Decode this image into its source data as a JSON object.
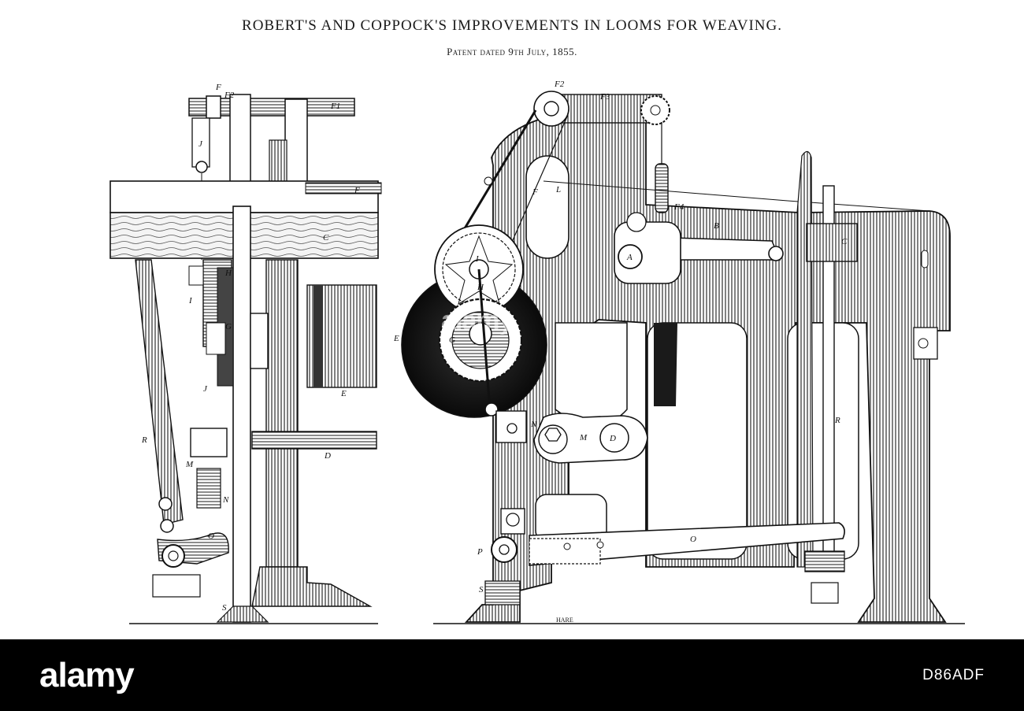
{
  "plate": {
    "title": "ROBERT'S AND COPPOCK'S IMPROVEMENTS IN LOOMS FOR WEAVING.",
    "subtitle": "Patent dated 9th July, 1855.",
    "engraver_signature": "HARE"
  },
  "side_view": {
    "labels": [
      "F",
      "F2",
      "F1",
      "J",
      "F",
      "C",
      "H",
      "I",
      "G",
      "J",
      "E",
      "R",
      "M",
      "N",
      "D",
      "O",
      "S"
    ]
  },
  "front_view": {
    "labels": [
      "F2",
      "F3",
      "F",
      "L",
      "F4",
      "B",
      "A",
      "C",
      "I",
      "H",
      "E",
      "G",
      "N",
      "M",
      "D",
      "R",
      "O",
      "P",
      "S"
    ]
  },
  "footer": {
    "logo_text": "alamy",
    "image_id": "D86ADF",
    "watermark": "alamy"
  },
  "colors": {
    "ink": "#111111",
    "paper": "#ffffff",
    "footer_bg": "#000000"
  }
}
